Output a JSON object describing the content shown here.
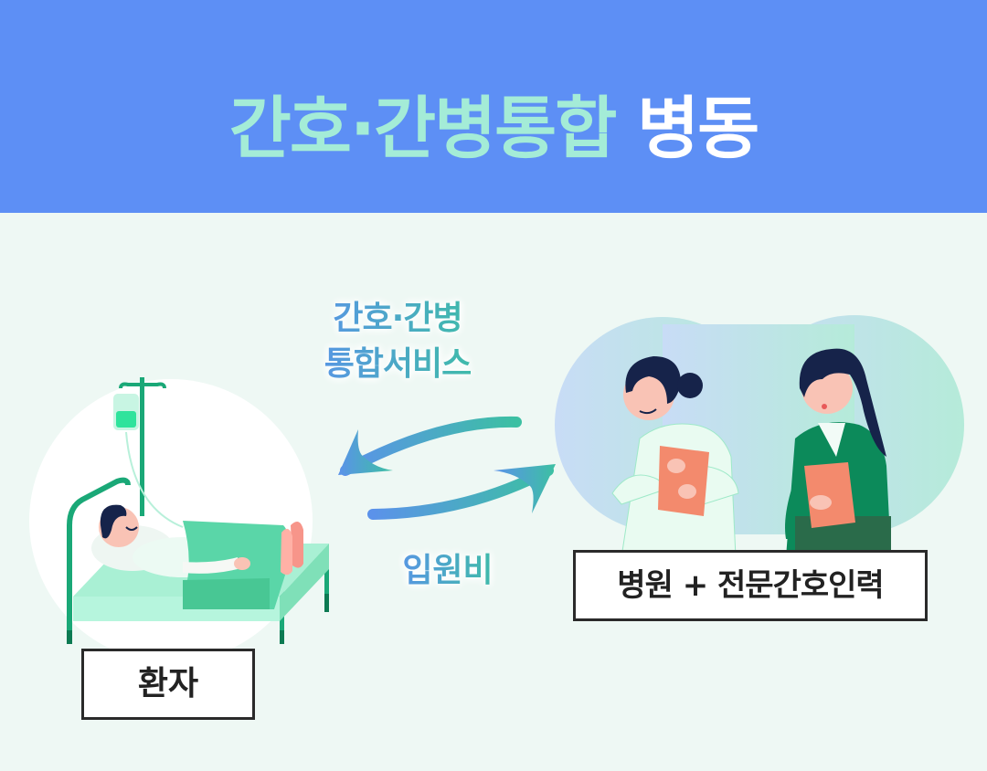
{
  "header": {
    "title_part1": "간호·간병통합",
    "title_part2": "병동",
    "background_color": "#5d8ff5",
    "title_part1_color": "#a4ecd7",
    "title_part2_color": "#ffffff"
  },
  "diagram": {
    "service_label_line1": "간호·간병",
    "service_label_line2": "통합서비스",
    "fee_label": "입원비",
    "patient_label": "환자",
    "staff_label": "병원 + 전문간호인력",
    "arrow_gradient": [
      "#5b92ea",
      "#3cc0a2"
    ],
    "icons": {
      "patient": "patient-in-hospital-bed-illustration",
      "staff": "two-nurses-with-clipboards-illustration",
      "arrow_to_patient": "curved-arrow-left",
      "arrow_to_hospital": "curved-arrow-right"
    }
  }
}
